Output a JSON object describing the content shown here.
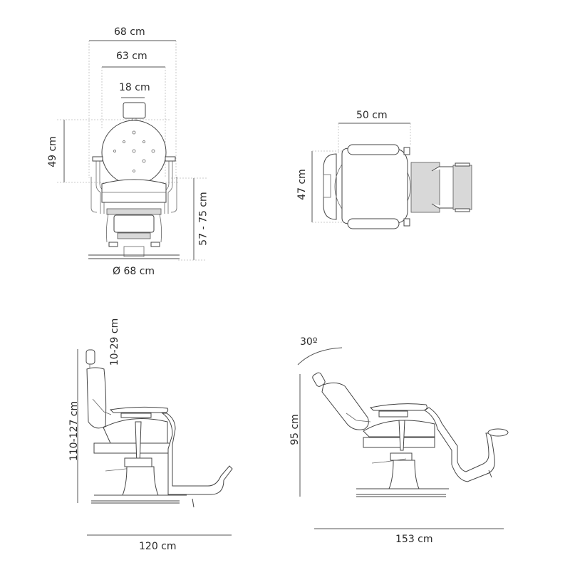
{
  "diagram": {
    "subject": "Barber chair dimension drawing",
    "line_color": "#444444",
    "text_color": "#2a2a2a",
    "views": [
      {
        "name": "front",
        "dimensions": {
          "overall_width": "68 cm",
          "seat_width": "63 cm",
          "headrest_width": "18 cm",
          "backrest_height": "49 cm",
          "seat_height": "57 - 75 cm",
          "base_diameter": "Ø 68 cm"
        }
      },
      {
        "name": "top",
        "dimensions": {
          "seat_width": "50 cm",
          "seat_depth": "47 cm"
        }
      },
      {
        "name": "side",
        "dimensions": {
          "headrest_adjust": "10-29 cm",
          "total_height": "110-127 cm",
          "length": "120 cm"
        }
      },
      {
        "name": "reclined",
        "dimensions": {
          "recline_angle": "30º",
          "height": "95 cm",
          "length": "153 cm"
        }
      }
    ]
  }
}
